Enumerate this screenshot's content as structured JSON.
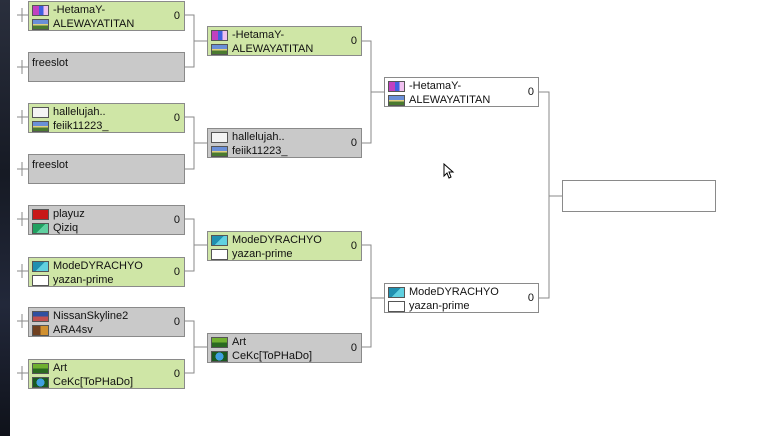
{
  "round1": [
    {
      "p1": {
        "name": "-HetamaY-",
        "flag": "pink-flag-icon"
      },
      "p2": {
        "name": "ALEWAYATITAN",
        "flag": "landscape-flag-icon"
      },
      "score": "0",
      "state": "green"
    },
    {
      "single": "freeslot",
      "state": "grey"
    },
    {
      "p1": {
        "name": "hallelujah..",
        "flag": "barbell-flag-icon"
      },
      "p2": {
        "name": "feiik11223_",
        "flag": "landscape-flag-icon"
      },
      "score": "0",
      "state": "green"
    },
    {
      "single": "freeslot",
      "state": "grey"
    },
    {
      "p1": {
        "name": "playuz",
        "flag": "hammer-sickle-flag-icon"
      },
      "p2": {
        "name": "Qiziq",
        "flag": "teal-flag-icon"
      },
      "score": "0",
      "state": "grey"
    },
    {
      "p1": {
        "name": "ModeDYRACHYO",
        "flag": "cyan-flag-icon"
      },
      "p2": {
        "name": "yazan-prime",
        "flag": "white-flag-icon"
      },
      "score": "0",
      "state": "green"
    },
    {
      "p1": {
        "name": "NissanSkyline2",
        "flag": "dusk-flag-icon"
      },
      "p2": {
        "name": "ARA4sv",
        "flag": "brown-flag-icon"
      },
      "score": "0",
      "state": "grey"
    },
    {
      "p1": {
        "name": "Art",
        "flag": "green-flag-icon"
      },
      "p2": {
        "name": "CeKc[ToPHaDo]",
        "flag": "globe-flag-icon"
      },
      "score": "0",
      "state": "green"
    }
  ],
  "round2": [
    {
      "p1": {
        "name": "-HetamaY-",
        "flag": "pink-flag-icon"
      },
      "p2": {
        "name": "ALEWAYATITAN",
        "flag": "landscape-flag-icon"
      },
      "score": "0",
      "state": "green"
    },
    {
      "p1": {
        "name": "hallelujah..",
        "flag": "barbell-flag-icon"
      },
      "p2": {
        "name": "feiik11223_",
        "flag": "landscape-flag-icon"
      },
      "score": "0",
      "state": "grey"
    },
    {
      "p1": {
        "name": "ModeDYRACHYO",
        "flag": "cyan-flag-icon"
      },
      "p2": {
        "name": "yazan-prime",
        "flag": "white-flag-icon"
      },
      "score": "0",
      "state": "green"
    },
    {
      "p1": {
        "name": "Art",
        "flag": "green-flag-icon"
      },
      "p2": {
        "name": "CeKc[ToPHaDo]",
        "flag": "globe-flag-icon"
      },
      "score": "0",
      "state": "grey"
    }
  ],
  "round3": [
    {
      "p1": {
        "name": "-HetamaY-",
        "flag": "pink-flag-icon"
      },
      "p2": {
        "name": "ALEWAYATITAN",
        "flag": "landscape-flag-icon"
      },
      "score": "0",
      "state": "white"
    },
    {
      "p1": {
        "name": "ModeDYRACHYO",
        "flag": "cyan-flag-icon"
      },
      "p2": {
        "name": "yazan-prime",
        "flag": "white-flag-icon"
      },
      "score": "0",
      "state": "white"
    }
  ],
  "final": {
    "state": "white"
  }
}
